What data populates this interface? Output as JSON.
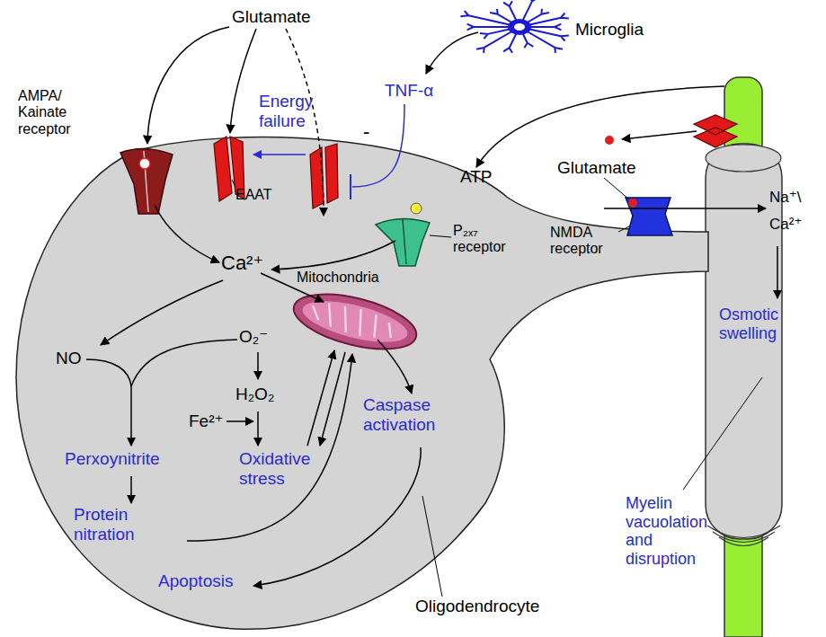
{
  "diagram": {
    "labels": [
      "Glutamate",
      "Microglia",
      "AMPA/ Kainate receptor",
      "Energy failure",
      "TNF-α",
      "-",
      "EAAT",
      "ATP",
      "Glutamate",
      "P₂ₓ₇ receptor",
      "NMDA receptor",
      "Na⁺\\",
      "Ca²⁺",
      "Ca²⁺",
      "Mitochondria",
      "NO",
      "O₂⁻",
      "H₂O₂",
      "Fe²⁺",
      "Caspase activation",
      "Osmotic swelling",
      "Perxoynitrite",
      "Oxidative stress",
      "Protein nitration",
      "Myelin vacuolation and disruption",
      "Apoptosis",
      "Oligodendrocyte"
    ]
  }
}
